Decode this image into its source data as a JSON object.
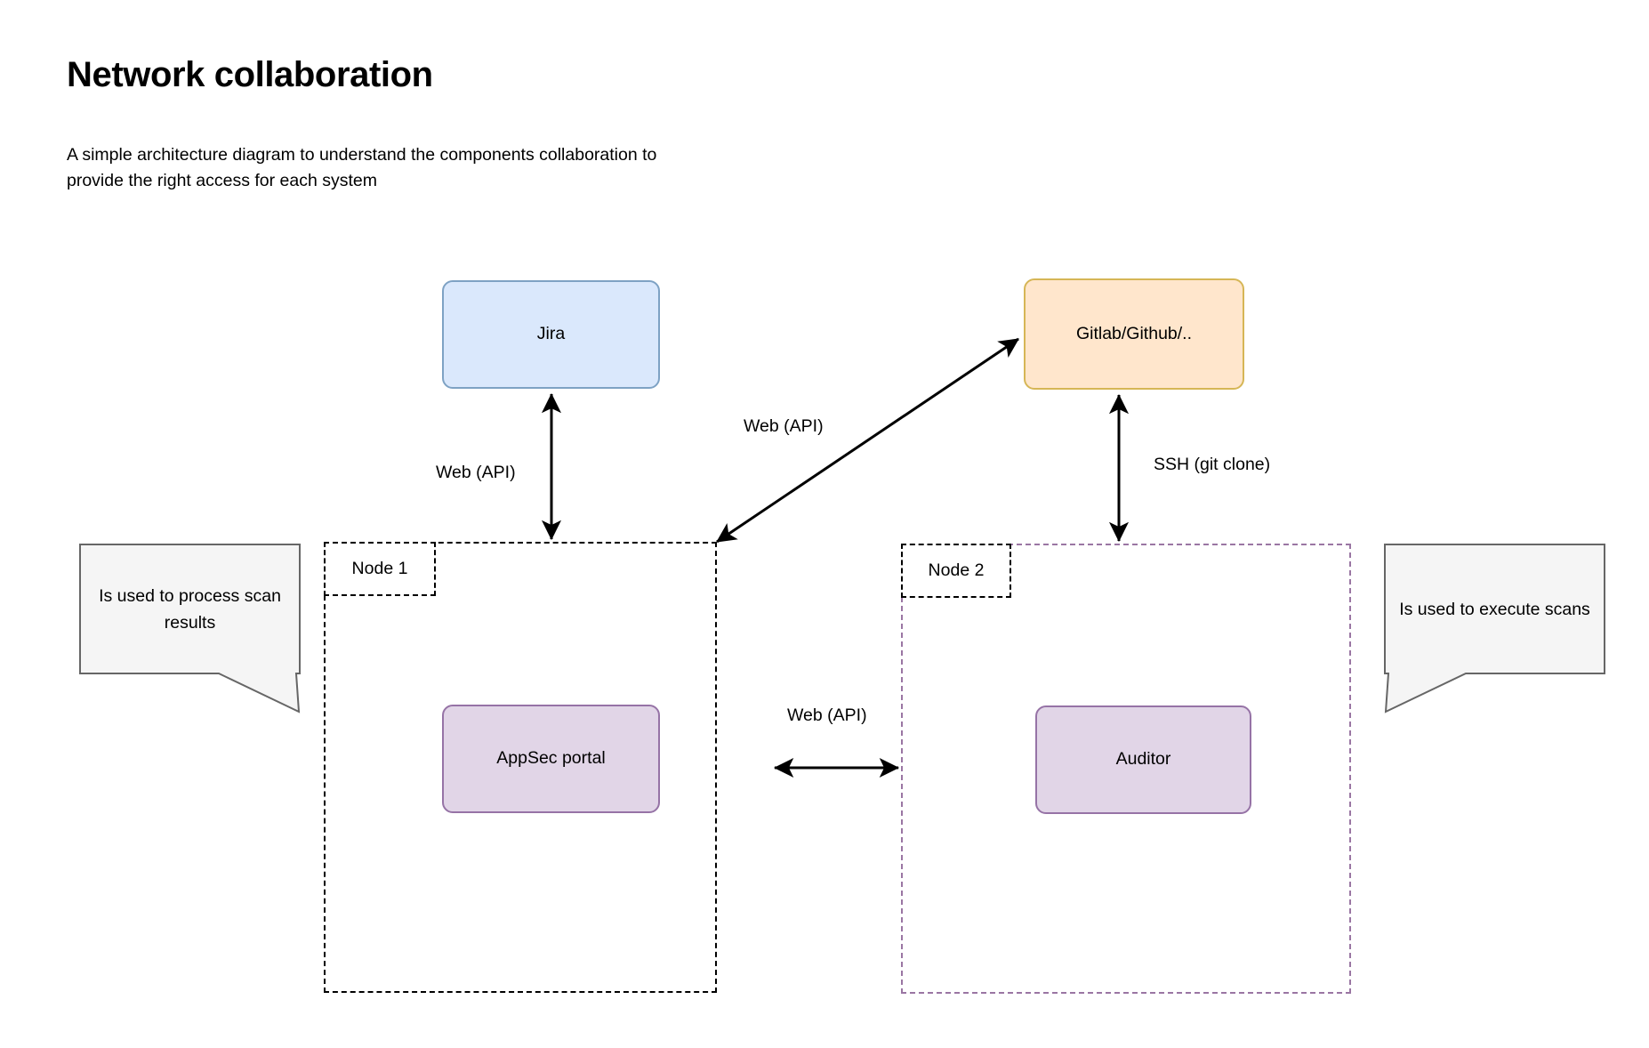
{
  "header": {
    "title": "Network collaboration",
    "subtitle": "A simple architecture diagram to understand the components collaboration to provide the right access for each system"
  },
  "diagram": {
    "type": "architecture-diagram",
    "background": "#ffffff",
    "nodes": [
      {
        "id": "jira",
        "label": "Jira",
        "fill": "#dae8fc",
        "stroke": "#7ea2c4",
        "shape": "rounded-rectangle"
      },
      {
        "id": "scm",
        "label": "Gitlab/Github/..",
        "fill": "#ffe6cc",
        "stroke": "#d6b656",
        "shape": "rounded-rectangle"
      },
      {
        "id": "appsec-portal",
        "label": "AppSec portal",
        "fill": "#e1d5e7",
        "stroke": "#9673a6",
        "shape": "rounded-rectangle"
      },
      {
        "id": "auditor",
        "label": "Auditor",
        "fill": "#e1d5e7",
        "stroke": "#9673a6",
        "shape": "rounded-rectangle"
      }
    ],
    "groups": [
      {
        "id": "node1",
        "label": "Node 1",
        "stroke": "#000000",
        "style": "dashed",
        "contains": "AppSec portal"
      },
      {
        "id": "node2",
        "label": "Node 2",
        "stroke": "#9a76a3",
        "style": "dashed",
        "contains": "Auditor"
      }
    ],
    "edges": [
      {
        "id": "jira-node1",
        "from": "Jira",
        "to": "Node 1",
        "label": "Web (API)",
        "direction": "bidirectional"
      },
      {
        "id": "node1-scm",
        "from": "Node 1",
        "to": "Gitlab/Github/..",
        "label": "Web (API)",
        "direction": "bidirectional"
      },
      {
        "id": "scm-node2",
        "from": "Gitlab/Github/..",
        "to": "Node 2",
        "label": "SSH (git clone)",
        "direction": "bidirectional"
      },
      {
        "id": "node1-node2",
        "from": "Node 1",
        "to": "Node 2",
        "label": "Web (API)",
        "direction": "bidirectional"
      }
    ],
    "callouts": [
      {
        "id": "callout-left",
        "text": "Is used to process scan results",
        "fill": "#f5f5f5",
        "stroke": "#666666",
        "points_to": "Node 1",
        "tail": "down-right"
      },
      {
        "id": "callout-right",
        "text": "Is used to execute scans",
        "fill": "#f5f5f5",
        "stroke": "#666666",
        "points_to": "Node 2",
        "tail": "down-left"
      }
    ]
  }
}
